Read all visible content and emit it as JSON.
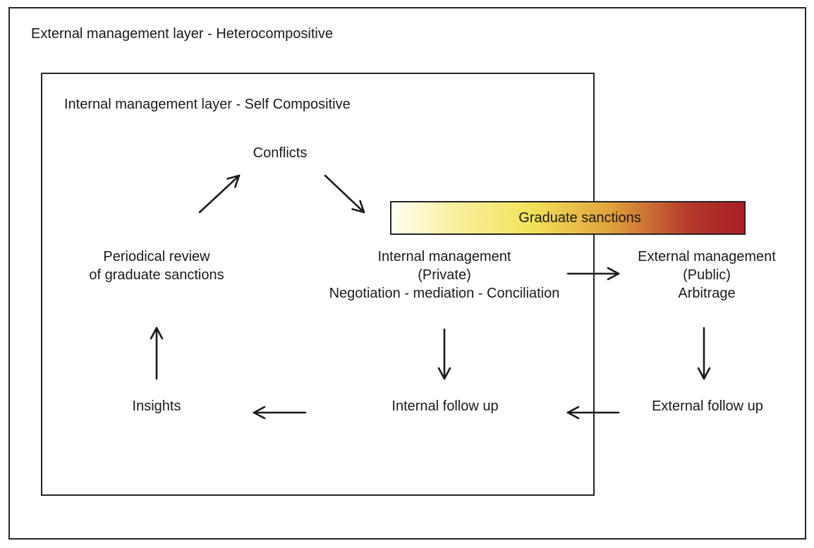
{
  "diagram": {
    "outer_title": "External management layer - Heterocompositive",
    "inner_title": "Internal management layer - Self Compositive",
    "conflicts_label": "Conflicts",
    "gradient_bar": {
      "label": "Graduate sanctions",
      "gradient_start_color": "#FFFFF4",
      "gradient_yellow_color": "#F2E158",
      "gradient_orange_color": "#E0A23C",
      "gradient_end_color": "#A81E25"
    },
    "internal_management": {
      "line1": "Internal management",
      "line2": "(Private)",
      "line3": "Negotiation - mediation - Conciliation"
    },
    "external_management": {
      "line1": "External management",
      "line2": "(Public)",
      "line3": "Arbitrage"
    },
    "periodical_review": {
      "line1": "Periodical review",
      "line2": "of graduate sanctions"
    },
    "insights_label": "Insights",
    "internal_follow_up_label": "Internal follow up",
    "external_follow_up_label": "External follow up",
    "colors": {
      "text": "#1A1A1A",
      "border": "#262626",
      "background": "#FFFFFF"
    }
  }
}
